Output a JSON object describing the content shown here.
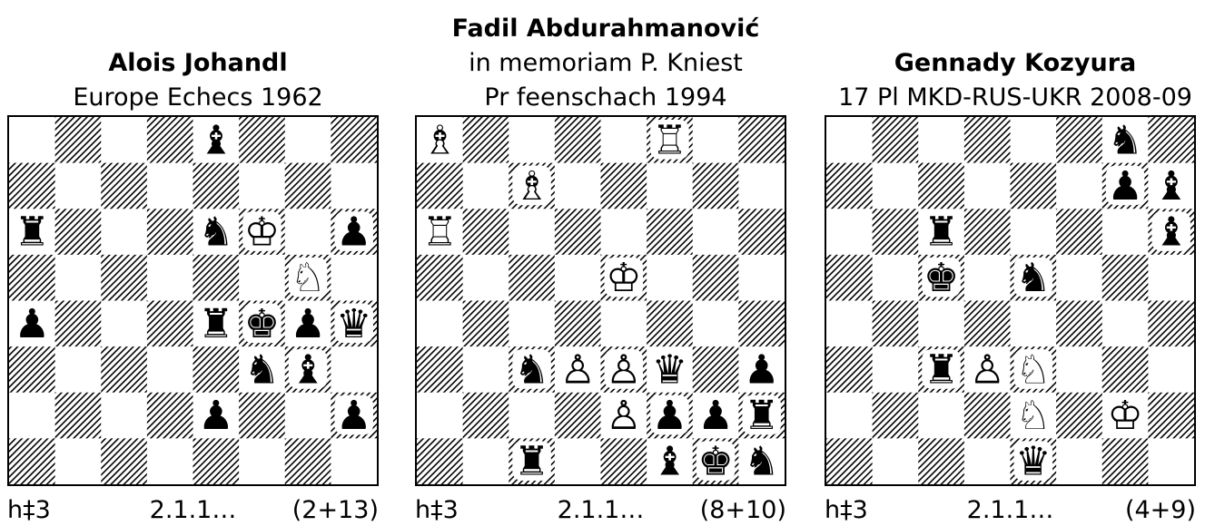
{
  "problems": [
    {
      "author": "Alois Johandl",
      "lines": [
        "",
        "Europe Echecs 1962"
      ],
      "stipulation": "h‡3",
      "solutions": "2.1.1…",
      "count": "(2+13)",
      "pieces": [
        {
          "sq": "e8",
          "p": "bB"
        },
        {
          "sq": "a6",
          "p": "bR"
        },
        {
          "sq": "e6",
          "p": "bN"
        },
        {
          "sq": "f6",
          "p": "wK"
        },
        {
          "sq": "h6",
          "p": "bP"
        },
        {
          "sq": "g5",
          "p": "wN"
        },
        {
          "sq": "a4",
          "p": "bP"
        },
        {
          "sq": "e4",
          "p": "bR"
        },
        {
          "sq": "f4",
          "p": "bK"
        },
        {
          "sq": "g4",
          "p": "bP"
        },
        {
          "sq": "h4",
          "p": "bQ"
        },
        {
          "sq": "f3",
          "p": "bN"
        },
        {
          "sq": "g3",
          "p": "bB"
        },
        {
          "sq": "e2",
          "p": "bP"
        },
        {
          "sq": "h2",
          "p": "bP"
        }
      ]
    },
    {
      "author": "Fadil Abdurahmanović",
      "lines": [
        "in memoriam P. Kniest",
        "Pr feenschach 1994"
      ],
      "stipulation": "h‡3",
      "solutions": "2.1.1…",
      "count": "(8+10)",
      "pieces": [
        {
          "sq": "a8",
          "p": "wB"
        },
        {
          "sq": "f8",
          "p": "wR"
        },
        {
          "sq": "c7",
          "p": "wB"
        },
        {
          "sq": "a6",
          "p": "wR"
        },
        {
          "sq": "e5",
          "p": "wK"
        },
        {
          "sq": "c3",
          "p": "bN"
        },
        {
          "sq": "d3",
          "p": "wP"
        },
        {
          "sq": "e3",
          "p": "wP"
        },
        {
          "sq": "f3",
          "p": "bQ"
        },
        {
          "sq": "h3",
          "p": "bP"
        },
        {
          "sq": "e2",
          "p": "wP"
        },
        {
          "sq": "f2",
          "p": "bP"
        },
        {
          "sq": "g2",
          "p": "bP"
        },
        {
          "sq": "h2",
          "p": "bR"
        },
        {
          "sq": "c1",
          "p": "bR"
        },
        {
          "sq": "f1",
          "p": "bB"
        },
        {
          "sq": "g1",
          "p": "bK"
        },
        {
          "sq": "h1",
          "p": "bN"
        }
      ]
    },
    {
      "author": "Gennady Kozyura",
      "lines": [
        "",
        "17 Pl MKD-RUS-UKR 2008-09"
      ],
      "stipulation": "h‡3",
      "solutions": "2.1.1…",
      "count": "(4+9)",
      "pieces": [
        {
          "sq": "g8",
          "p": "bN"
        },
        {
          "sq": "g7",
          "p": "bP"
        },
        {
          "sq": "h7",
          "p": "bB"
        },
        {
          "sq": "c6",
          "p": "bR"
        },
        {
          "sq": "h6",
          "p": "bB"
        },
        {
          "sq": "c5",
          "p": "bK"
        },
        {
          "sq": "e5",
          "p": "bN"
        },
        {
          "sq": "c3",
          "p": "bR"
        },
        {
          "sq": "d3",
          "p": "wP"
        },
        {
          "sq": "e3",
          "p": "wN"
        },
        {
          "sq": "e2",
          "p": "wN"
        },
        {
          "sq": "g2",
          "p": "wK"
        },
        {
          "sq": "e1",
          "p": "bQ"
        }
      ]
    }
  ]
}
